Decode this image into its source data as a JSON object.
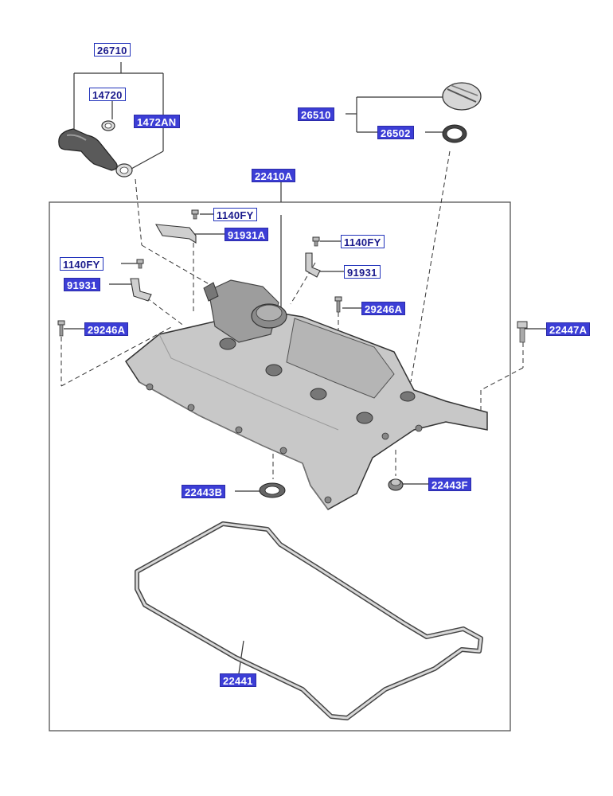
{
  "colors": {
    "label_border": "#2233bb",
    "label_text": "#1a1a8c",
    "label_fill": "#3c3ed6",
    "line": "#333333",
    "part_fill": "#c9c9c9",
    "part_dark": "#8a8a8a"
  },
  "labels": {
    "hose_assy": "26710",
    "clamp": "14720",
    "clamp_an": "1472AN",
    "cover_assy": "22410A",
    "oil_cap": "26510",
    "cap_gasket": "26502",
    "bolt_top": "1140FY",
    "bracket_top": "91931A",
    "bolt_right": "1140FY",
    "bolt_left": "1140FY",
    "bracket_right": "91931",
    "bracket_left": "91931",
    "stud_right": "29246A",
    "stud_left": "29246A",
    "bolt_outer": "22447A",
    "seal_left": "22443B",
    "seal_right": "22443F",
    "gasket": "22441"
  }
}
